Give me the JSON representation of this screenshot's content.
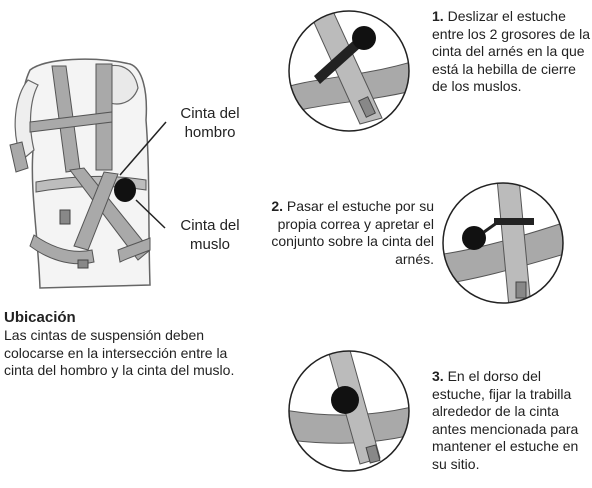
{
  "labels": {
    "shoulder": [
      "Cinta del",
      "hombro"
    ],
    "thigh": [
      "Cinta del",
      "muslo"
    ]
  },
  "location": {
    "title": "Ubicación",
    "body": "Las cintas de suspensión deben colocarse en la intersección entre la cinta del hombro y la cinta del muslo."
  },
  "steps": [
    {
      "number": "1.",
      "text": "Deslizar el estuche entre los 2 grosores de la cinta del arnés en la que está la hebilla de cierre de los muslos."
    },
    {
      "number": "2.",
      "text": "Pasar el estuche por su propia correa y apretar el conjunto sobre la cinta del arnés."
    },
    {
      "number": "3.",
      "text": "En el dorso del estuche, fijar la trabilla alrededor de la cinta antes mencionada para mantener el estuche en su sitio."
    }
  ],
  "colors": {
    "strap": "#a9a9a9",
    "strap_dark": "#6f6f6f",
    "pouch": "#111111",
    "mannequin": "#f4f4f4",
    "outline": "#555555"
  }
}
